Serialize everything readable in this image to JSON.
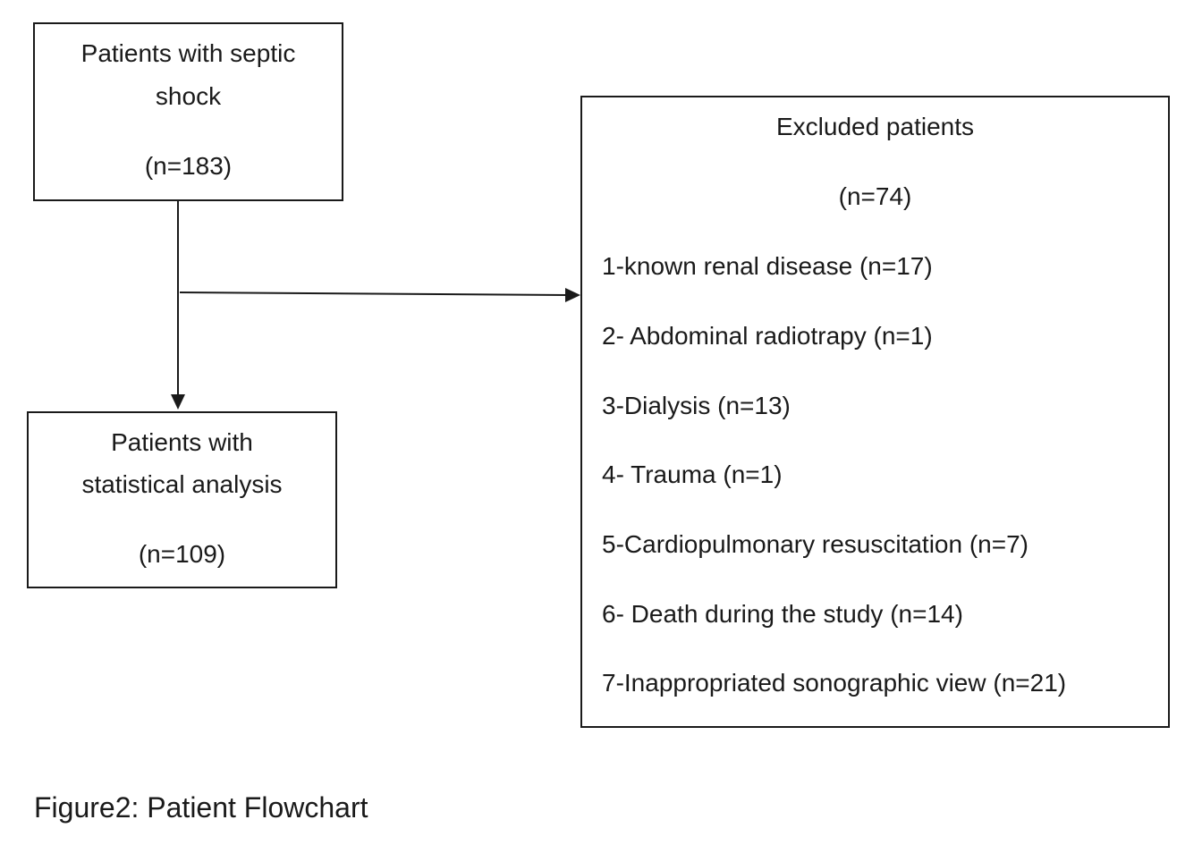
{
  "start": {
    "line1": "Patients with septic",
    "line2": "shock",
    "count": "(n=183)"
  },
  "analysis": {
    "line1": "Patients with",
    "line2": "statistical analysis",
    "count": "(n=109)"
  },
  "excluded": {
    "title": "Excluded patients",
    "count": "(n=74)",
    "reasons": [
      "1-known renal disease (n=17)",
      "2- Abdominal radiotrapy (n=1)",
      "3-Dialysis (n=13)",
      "4- Trauma (n=1)",
      "5-Cardiopulmonary resuscitation (n=7)",
      "6- Death during the study (n=14)",
      "7-Inappropriated sonographic view (n=21)"
    ]
  },
  "caption": "Figure2: Patient Flowchart"
}
